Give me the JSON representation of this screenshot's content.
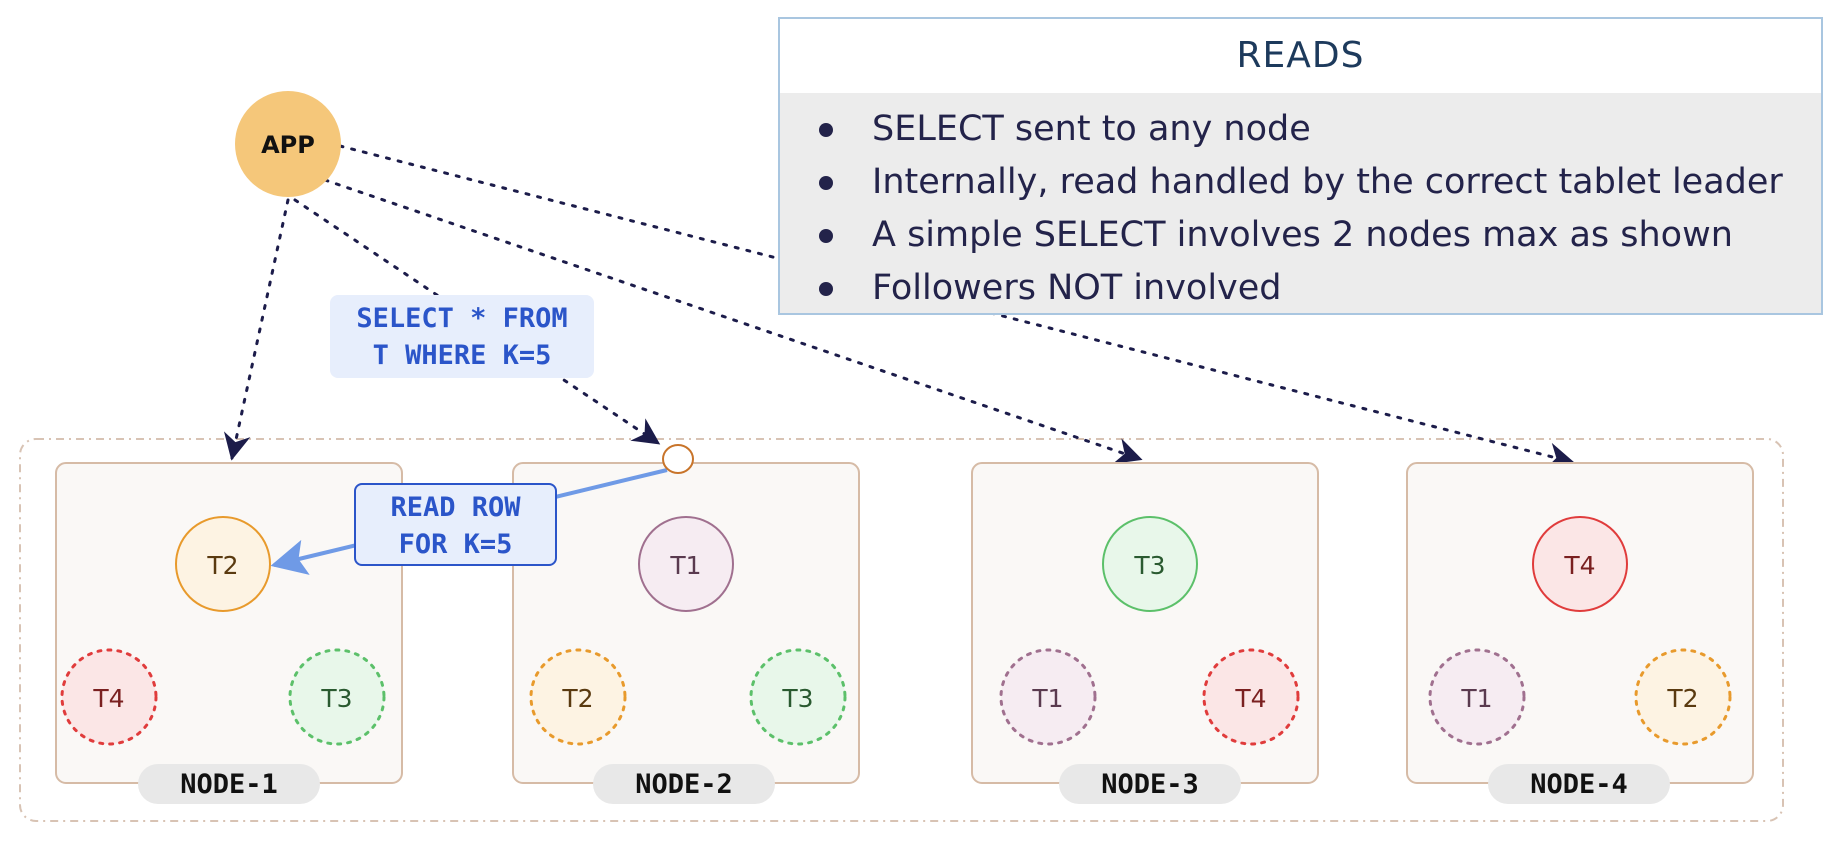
{
  "app": {
    "label": "APP",
    "color": "#f5c77a"
  },
  "panel": {
    "title": "READS",
    "bullets": [
      "SELECT sent to any node",
      "Internally, read handled by the correct tablet leader",
      "A simple SELECT involves 2 nodes max as shown",
      "Followers NOT involved"
    ]
  },
  "query_label": {
    "lines": [
      "SELECT * FROM",
      "T WHERE K=5"
    ]
  },
  "read_label": {
    "lines": [
      "READ ROW",
      "FOR K=5"
    ]
  },
  "tablet_colors": {
    "T1": {
      "fill": "#f6ecf2",
      "stroke": "#a0708f",
      "text": "#5a3a4f"
    },
    "T2": {
      "fill": "#fdf3e3",
      "stroke": "#e89a2c",
      "text": "#5a3a10"
    },
    "T3": {
      "fill": "#e8f7ea",
      "stroke": "#5cc06a",
      "text": "#2a5a30"
    },
    "T4": {
      "fill": "#fbe6e6",
      "stroke": "#e03c3c",
      "text": "#7a2020"
    }
  },
  "nodes": [
    {
      "label": "NODE-1",
      "leader": "T2",
      "followers": [
        "T4",
        "T3"
      ]
    },
    {
      "label": "NODE-2",
      "leader": "T1",
      "followers": [
        "T2",
        "T3"
      ]
    },
    {
      "label": "NODE-3",
      "leader": "T3",
      "followers": [
        "T1",
        "T4"
      ]
    },
    {
      "label": "NODE-4",
      "leader": "T4",
      "followers": [
        "T1",
        "T2"
      ]
    }
  ]
}
